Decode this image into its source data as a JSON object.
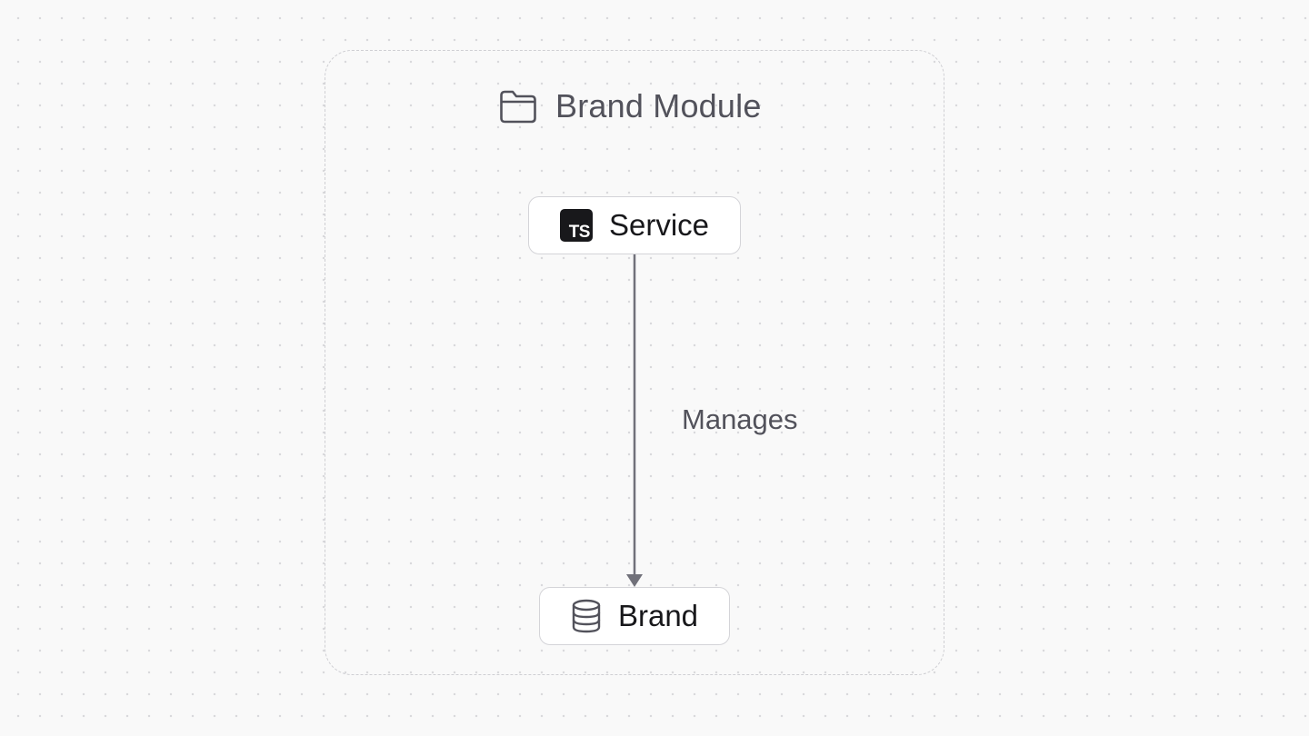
{
  "diagram": {
    "group": {
      "title": "Brand Module",
      "icon": "folder-icon"
    },
    "nodes": [
      {
        "id": "service",
        "label": "Service",
        "icon": "typescript-icon",
        "icon_text": "TS"
      },
      {
        "id": "brand",
        "label": "Brand",
        "icon": "database-icon"
      }
    ],
    "edges": [
      {
        "from": "service",
        "to": "brand",
        "label": "Manages"
      }
    ]
  },
  "colors": {
    "background": "#f9f9f9",
    "grid_dot": "#d9d9dc",
    "group_border": "#cfcfd3",
    "node_border": "#d4d4d8",
    "edge": "#71717a",
    "text_primary": "#18181b",
    "text_secondary": "#52525b"
  }
}
